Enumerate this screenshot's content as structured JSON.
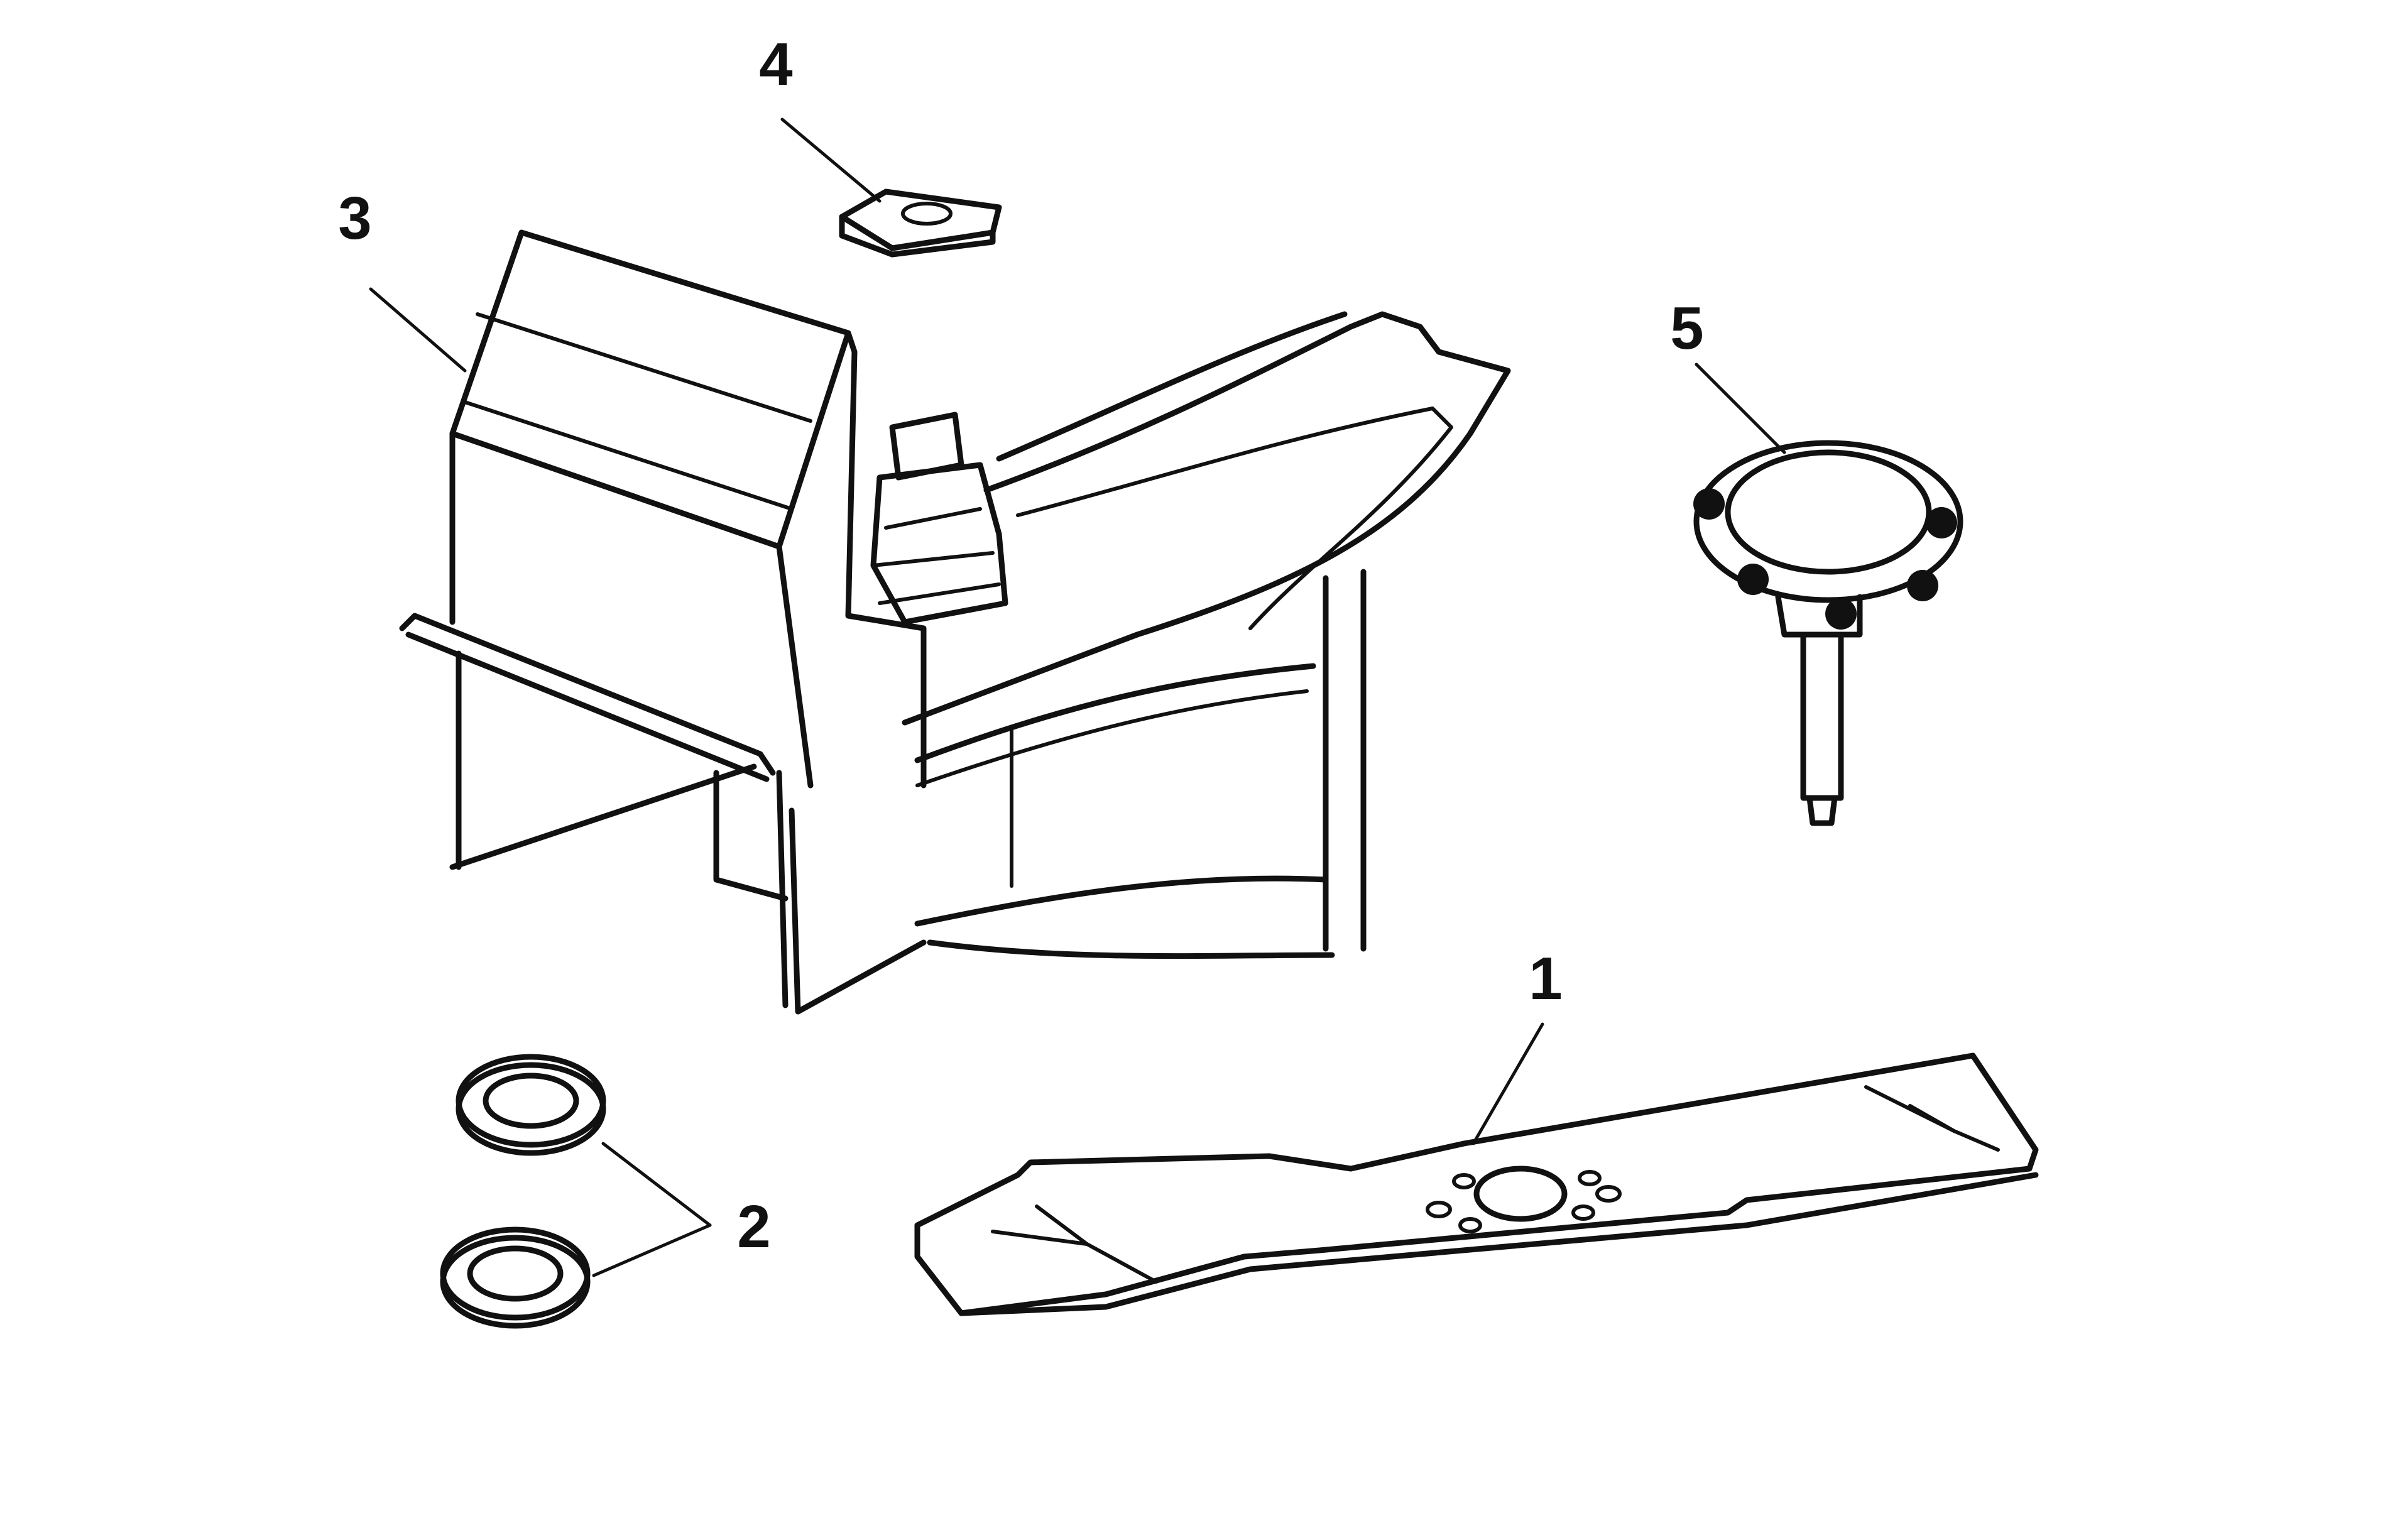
{
  "callouts": {
    "label_1": "1",
    "label_2": "2",
    "label_3": "3",
    "label_4": "4",
    "label_5": "5"
  },
  "colors": {
    "ink": "#111111",
    "paper": "#ffffff"
  }
}
